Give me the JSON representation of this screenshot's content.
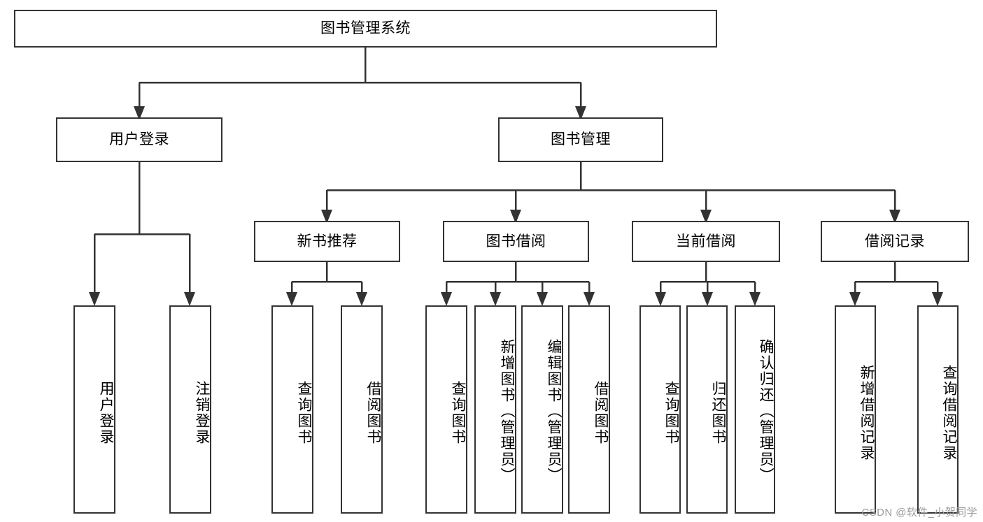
{
  "diagram": {
    "title": "图书管理系统",
    "type": "tree-structure-chart",
    "root": {
      "label": "图书管理系统"
    },
    "level2": [
      {
        "label": "用户登录"
      },
      {
        "label": "图书管理"
      }
    ],
    "level3": [
      {
        "label": "新书推荐"
      },
      {
        "label": "图书借阅"
      },
      {
        "label": "当前借阅"
      },
      {
        "label": "借阅记录"
      }
    ],
    "leaves": {
      "user_login": [
        {
          "label": "用户登录"
        },
        {
          "label": "注销登录"
        }
      ],
      "new_book_recommend": [
        {
          "label": "查询图书"
        },
        {
          "label": "借阅图书"
        }
      ],
      "book_borrow": [
        {
          "label": "查询图书"
        },
        {
          "label": "新增图书（管理员）"
        },
        {
          "label": "编辑图书（管理员）"
        },
        {
          "label": "借阅图书"
        }
      ],
      "current_borrow": [
        {
          "label": "查询图书"
        },
        {
          "label": "归还图书"
        },
        {
          "label": "确认归还（管理员）"
        }
      ],
      "borrow_record": [
        {
          "label": "新增借阅记录"
        },
        {
          "label": "查询借阅记录"
        }
      ]
    },
    "watermark": "CSDN @软件_小贺同学",
    "colors": {
      "border": "#333333",
      "background": "#ffffff",
      "text": "#000000",
      "connector": "#333333",
      "watermark": "#9a9a9a"
    }
  }
}
